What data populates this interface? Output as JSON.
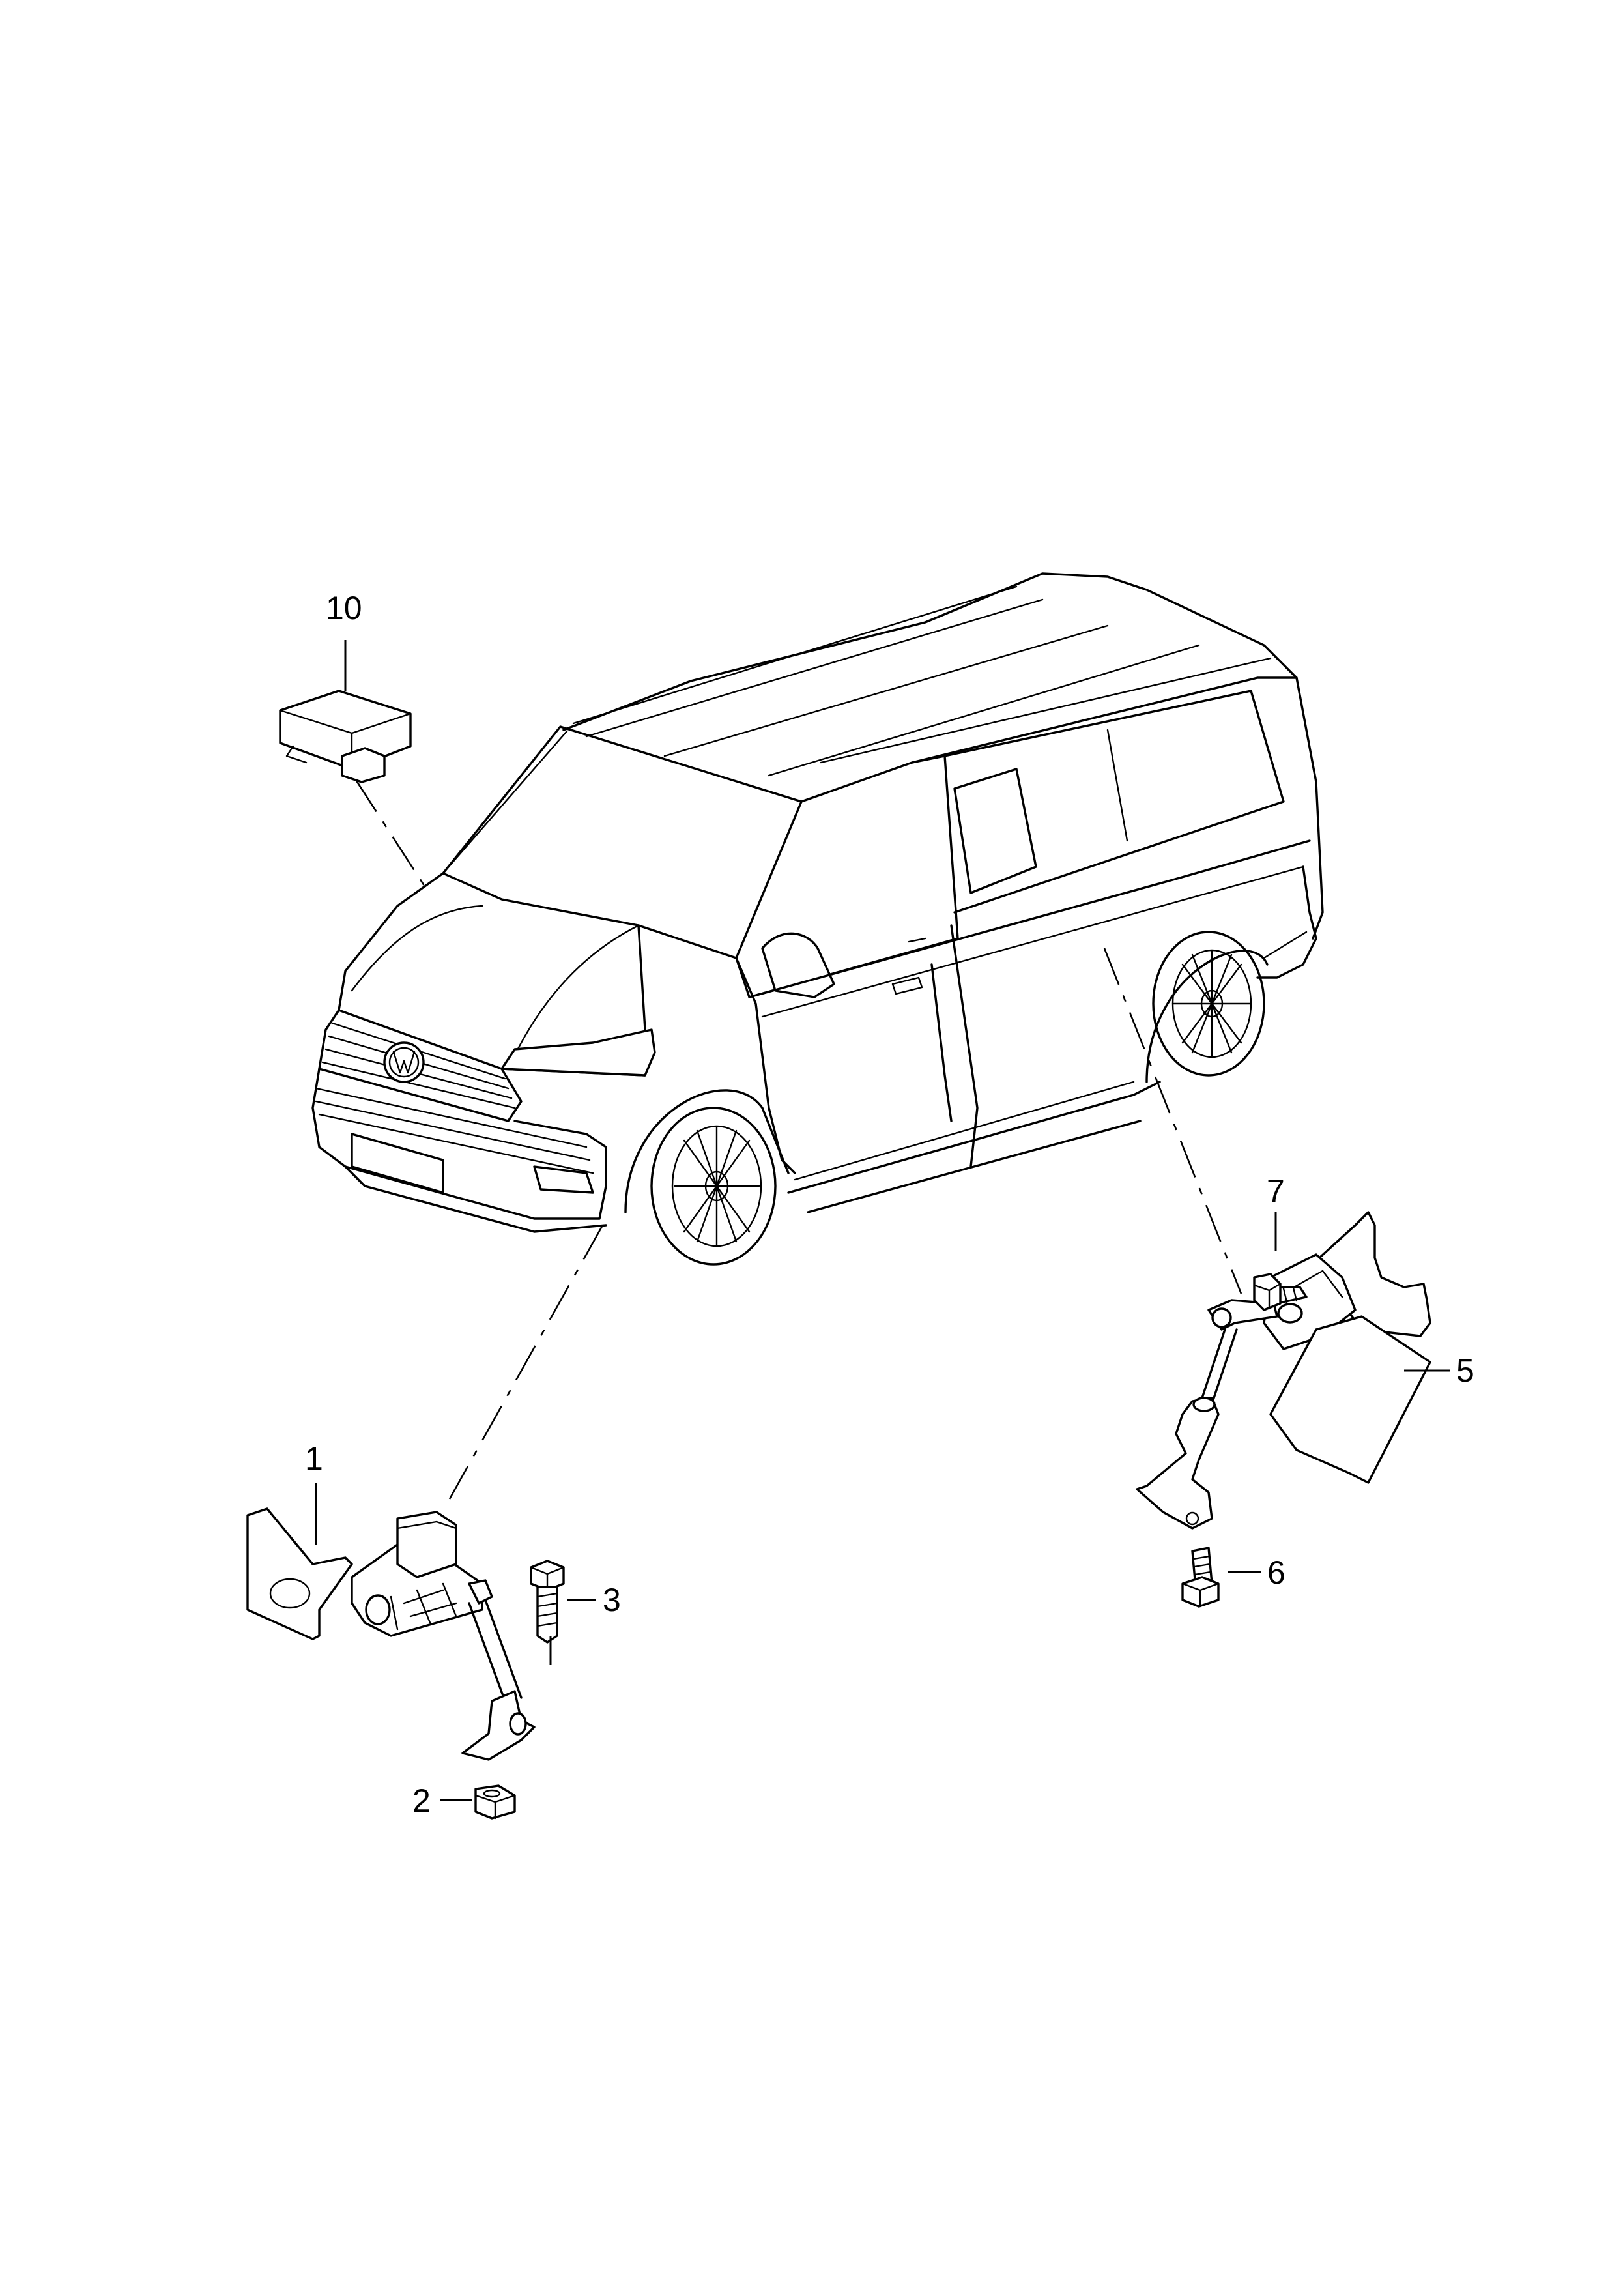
{
  "callouts": {
    "c1": "1",
    "c2": "2",
    "c3": "3",
    "c5": "5",
    "c6": "6",
    "c7": "7",
    "c10": "10"
  },
  "icons": {
    "logo": "vw-badge-icon"
  }
}
